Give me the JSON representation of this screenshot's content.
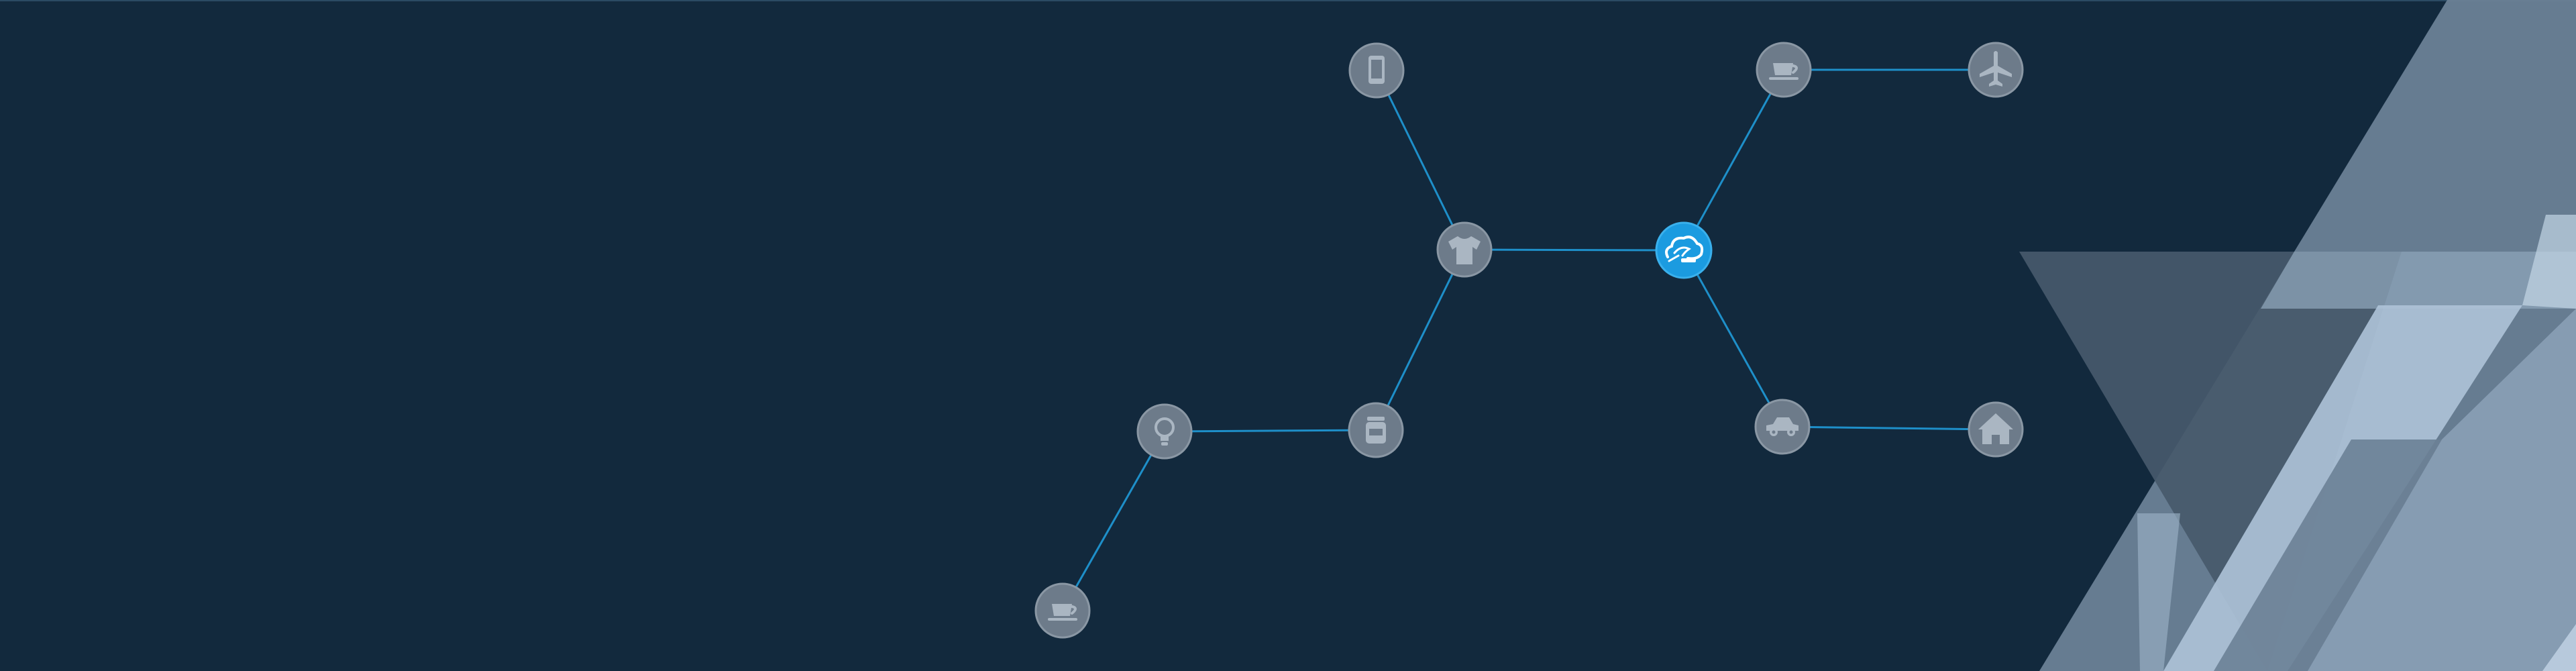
{
  "scene": {
    "background_color": "#12293d",
    "link_color": "#1e8fc9",
    "node_color": "#6d7b8a",
    "active_node_color": "#1b9be0",
    "nodes": [
      {
        "id": "phone",
        "icon": "smartphone-icon"
      },
      {
        "id": "tshirt",
        "icon": "tshirt-icon"
      },
      {
        "id": "jar",
        "icon": "jar-icon"
      },
      {
        "id": "bulb",
        "icon": "lightbulb-icon"
      },
      {
        "id": "cup-bottom",
        "icon": "coffee-cup-icon"
      },
      {
        "id": "hub",
        "icon": "cloud-logo-icon",
        "active": true
      },
      {
        "id": "cup-top",
        "icon": "coffee-cup-icon"
      },
      {
        "id": "plane",
        "icon": "airplane-icon"
      },
      {
        "id": "car",
        "icon": "car-icon"
      },
      {
        "id": "house",
        "icon": "house-icon"
      }
    ],
    "shapes": {
      "colors": [
        "#6b8196",
        "#8ea4ba",
        "#aec3d8",
        "#c3d5e6",
        "#47596b"
      ]
    }
  }
}
